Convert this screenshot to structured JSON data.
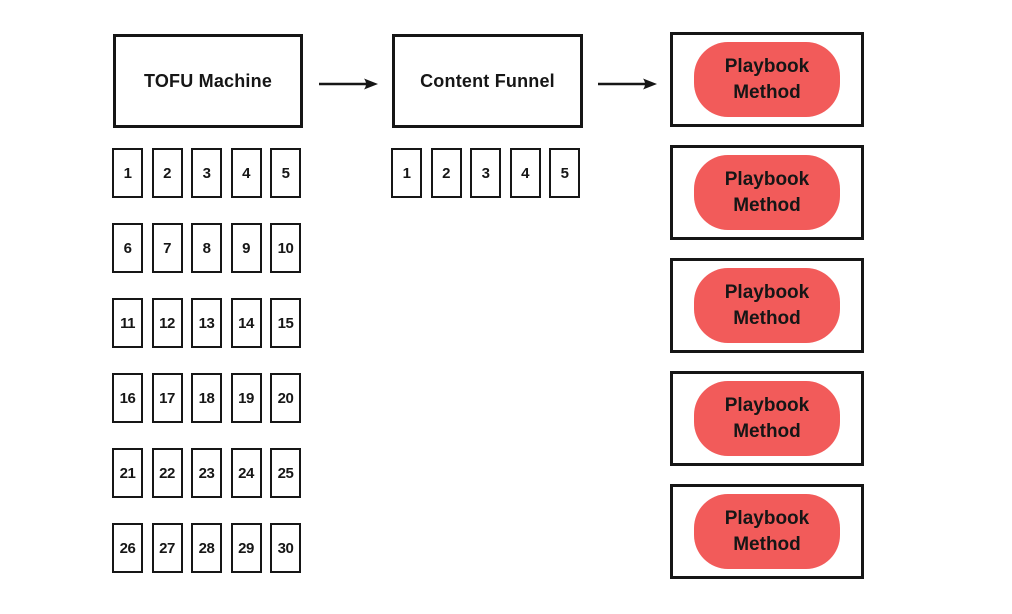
{
  "canvas": {
    "background": "#ffffff"
  },
  "colors": {
    "outline": "#161616",
    "pill": "#F25B5A",
    "text": "#161616"
  },
  "diagram": {
    "stage1": {
      "title": "TOFU Machine",
      "cards": [
        "1",
        "2",
        "3",
        "4",
        "5",
        "6",
        "7",
        "8",
        "9",
        "10",
        "11",
        "12",
        "13",
        "14",
        "15",
        "16",
        "17",
        "18",
        "19",
        "20",
        "21",
        "22",
        "23",
        "24",
        "25",
        "26",
        "27",
        "28",
        "29",
        "30"
      ]
    },
    "stage2": {
      "title": "Content Funnel",
      "cards": [
        "1",
        "2",
        "3",
        "4",
        "5"
      ]
    },
    "stage3": {
      "boxes": [
        {
          "line1": "Playbook",
          "line2": "Method"
        },
        {
          "line1": "Playbook",
          "line2": "Method"
        },
        {
          "line1": "Playbook",
          "line2": "Method"
        },
        {
          "line1": "Playbook",
          "line2": "Method"
        },
        {
          "line1": "Playbook",
          "line2": "Method"
        }
      ]
    },
    "arrows": [
      {
        "from": "TOFU Machine",
        "to": "Content Funnel"
      },
      {
        "from": "Content Funnel",
        "to": "Playbook Method"
      }
    ]
  }
}
